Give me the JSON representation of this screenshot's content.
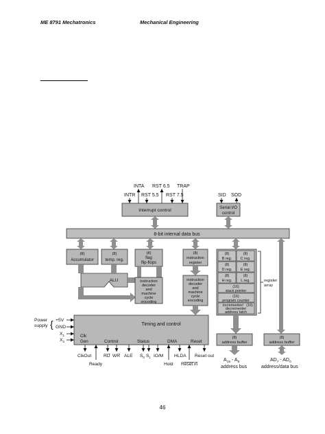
{
  "header": {
    "course": "ME 8791 Mechatronics",
    "department": "Mechanical Engineering"
  },
  "page_number": "46",
  "diagram": {
    "interrupt_signals": [
      "INTA",
      "RST 6.5",
      "TRAP",
      "INTR",
      "RST 5.5",
      "RST 7.5"
    ],
    "interrupt_control": "Interrupt control",
    "serial_signals": [
      "SID",
      "SOD"
    ],
    "serial_io": [
      "Serial I/O",
      "control"
    ],
    "data_bus": "8-bit internal data bus",
    "bit8": "(8)",
    "bit16": "(16)",
    "accumulator": "Accumulator",
    "temp_reg": "temp. reg.",
    "flag": [
      "flag",
      "flip-flops"
    ],
    "alu": "ALU",
    "instr_register": [
      "instruction",
      "register"
    ],
    "instr_decoder": [
      "instruction",
      "decoder",
      "and",
      "machine",
      "cycle",
      "encoding"
    ],
    "registers": [
      "B reg.",
      "C reg.",
      "D reg.",
      "E reg.",
      "H reg.",
      "L reg."
    ],
    "stack_pointer": "stack pointer",
    "program_counter": "program counter",
    "inc_dec": [
      "incrementer/",
      "decrementer",
      "address latch"
    ],
    "register_array": [
      "register",
      "array"
    ],
    "timing": "Timing and control",
    "power_label": [
      "Power",
      "supply"
    ],
    "power_pins": [
      "+5V",
      "GND"
    ],
    "clock_pins": [
      "X",
      "X"
    ],
    "clock_subs": [
      "1",
      "2"
    ],
    "clk_gen": [
      "Clk",
      "Gen"
    ],
    "timing_groups": [
      "Control",
      "Status",
      "DMA",
      "Reset"
    ],
    "bottom_signals": [
      "ClkOut",
      "Ready",
      "RD",
      "WR",
      "ALE",
      "S",
      "S",
      "IO/M",
      "Hold",
      "HLDA",
      "Reset in",
      "Reset out"
    ],
    "status_subs": [
      "0",
      "1"
    ],
    "address_buffer": "address buffer",
    "data_address_buffer": "address buffer",
    "addr_bus_bits": [
      "A",
      "15",
      " - A",
      "8"
    ],
    "addr_bus_label": "address bus",
    "data_bus_bits": [
      "AD",
      "7",
      " - AD",
      "0"
    ],
    "data_bus_label": "address/data bus"
  }
}
